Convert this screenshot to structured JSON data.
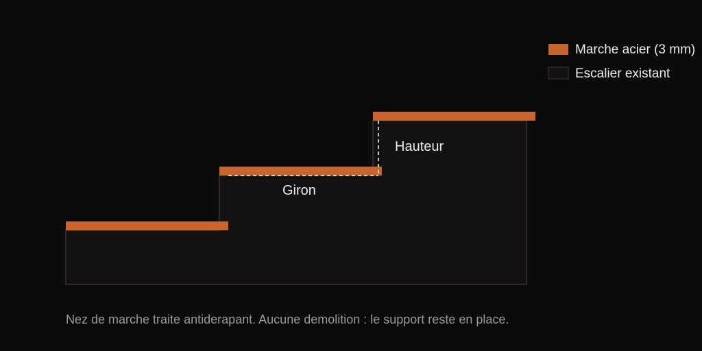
{
  "legend": {
    "steel_tread_label": "Marche acier (3 mm)",
    "existing_stair_label": "Escalier existant"
  },
  "dimensions": {
    "riser_label": "Hauteur",
    "tread_depth_label": "Giron"
  },
  "caption": "Nez de marche traite antiderapant. Aucune demolition : le support reste en place.",
  "colors": {
    "background": "#0c0b0b",
    "steel_tread": "#c8642e",
    "existing_stair_fill": "#141111",
    "existing_stair_outline": "#2e2b2a",
    "text_primary": "#ebebeb",
    "text_caption": "#9a9a9a",
    "dimension_line": "#ffffff"
  }
}
